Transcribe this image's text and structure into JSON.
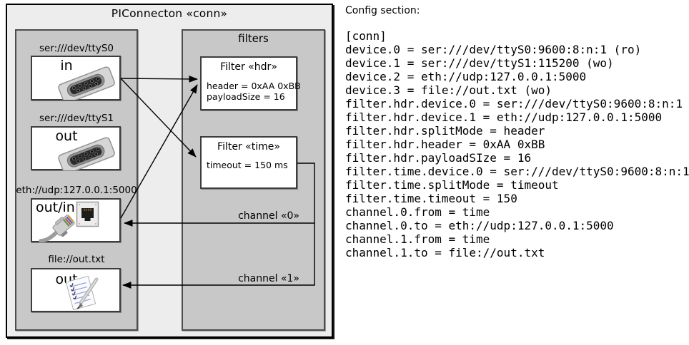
{
  "diagram": {
    "title": "PIConnecton «conn»",
    "devices_panel": {
      "devices": [
        {
          "label": "ser:///dev/ttyS0",
          "direction": "in",
          "icon": "serial-connector"
        },
        {
          "label": "ser:///dev/ttyS1",
          "direction": "out",
          "icon": "serial-connector"
        },
        {
          "label": "eth://udp:127.0.0.1:5000",
          "direction": "out/in",
          "icon": "ethernet"
        },
        {
          "label": "file://out.txt",
          "direction": "out",
          "icon": "notepad"
        }
      ]
    },
    "filters_panel": {
      "title": "filters",
      "filters": [
        {
          "title": "Filter «hdr»",
          "properties": [
            "header = 0xAA 0xBB",
            "payloadSize = 16"
          ]
        },
        {
          "title": "Filter «time»",
          "properties": [
            "timeout = 150 ms"
          ]
        }
      ],
      "channels": [
        {
          "label": "channel «0»"
        },
        {
          "label": "channel «1»"
        }
      ]
    }
  },
  "config": {
    "heading": "Config section:",
    "lines": [
      "[conn]",
      "device.0 = ser:///dev/ttyS0:9600:8:n:1 (ro)",
      "device.1 = ser:///dev/ttyS1:115200 (wo)",
      "device.2 = eth://udp:127.0.0.1:5000",
      "device.3 = file://out.txt (wo)",
      "filter.hdr.device.0 = ser:///dev/ttyS0:9600:8:n:1",
      "filter.hdr.device.1 = eth://udp:127.0.0.1:5000",
      "filter.hdr.splitMode = header",
      "filter.hdr.header = 0xAA 0xBB",
      "filter.hdr.payloadSIze = 16",
      "filter.time.device.0 = ser:///dev/ttyS0:9600:8:n:1",
      "filter.time.splitMode = timeout",
      "filter.time.timeout = 150",
      "channel.0.from = time",
      "channel.0.to = eth://udp:127.0.0.1:5000",
      "channel.1.from = time",
      "channel.1.to = file://out.txt"
    ]
  },
  "colors": {
    "outer_bg": "#ededed",
    "panel_bg": "#c8c8c8",
    "box_bg": "#ffffff",
    "outer_border": "#000000",
    "panel_border": "#4d4d4d",
    "arrow": "#000000",
    "text": "#000000"
  }
}
